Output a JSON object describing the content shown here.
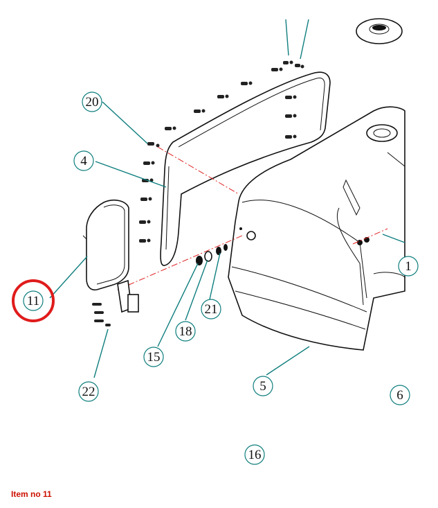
{
  "callouts": [
    {
      "id": "c20",
      "label": "20"
    },
    {
      "id": "c4",
      "label": "4"
    },
    {
      "id": "c11",
      "label": "11",
      "highlighted": true
    },
    {
      "id": "c15",
      "label": "15"
    },
    {
      "id": "c18",
      "label": "18"
    },
    {
      "id": "c21",
      "label": "21"
    },
    {
      "id": "c22",
      "label": "22"
    },
    {
      "id": "c5",
      "label": "5"
    },
    {
      "id": "c6",
      "label": "6"
    },
    {
      "id": "c16",
      "label": "16"
    },
    {
      "id": "c1",
      "label": "1"
    }
  ],
  "caption": "Item no 11",
  "colors": {
    "leader": "#0e7d7d",
    "highlight": "#e01b1b",
    "centerline": "#e02020",
    "caption": "#cc1100"
  }
}
